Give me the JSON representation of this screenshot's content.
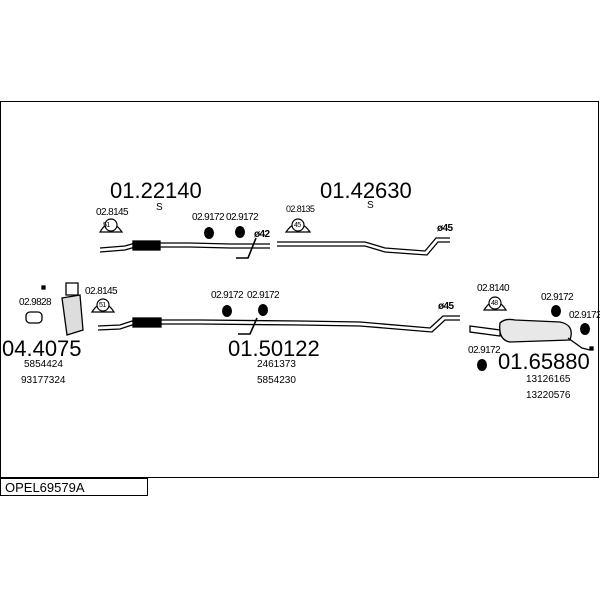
{
  "title": "OPEL69579A",
  "parts": {
    "front_pipe_upper": {
      "number": "01.22140",
      "suffix": "S"
    },
    "center_pipe_upper": {
      "number": "01.42630",
      "suffix": "S"
    },
    "catalyst": {
      "number": "04.4075",
      "refs": [
        "5854424",
        "93177324"
      ]
    },
    "center_pipe_lower": {
      "number": "01.50122",
      "refs": [
        "2461373",
        "5854230"
      ]
    },
    "rear_silencer": {
      "number": "01.65880",
      "refs": [
        "13126165",
        "13220576"
      ]
    }
  },
  "accessories": {
    "clamp_8145_a": "02.8145",
    "clamp_8145_a_size": "51",
    "clamp_8145_b": "02.8145",
    "clamp_8145_b_size": "51",
    "clamp_8135": "02.8135",
    "clamp_8135_size": "45",
    "clamp_8140": "02.8140",
    "clamp_8140_size": "48",
    "gasket_9828": "02.9828",
    "rubber_1": "02.9172",
    "rubber_2": "02.9172",
    "rubber_3": "02.9172",
    "rubber_4": "02.9172",
    "rubber_5": "02.9172",
    "rubber_6": "02.9172",
    "rubber_7": "02.9172"
  },
  "diameters": {
    "d42": "ø42",
    "d45_upper": "ø45",
    "d45_lower": "ø45"
  }
}
